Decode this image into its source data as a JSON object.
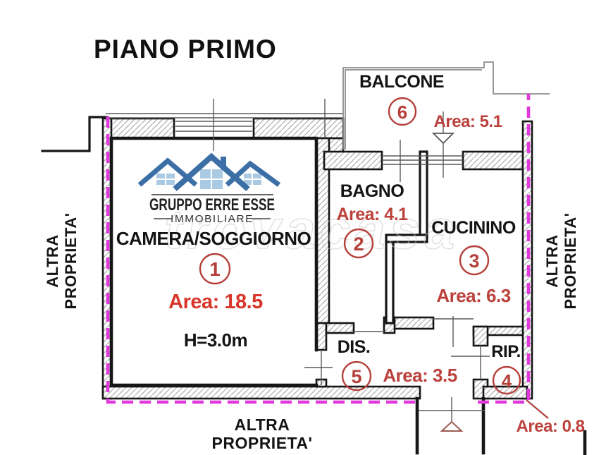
{
  "title": "PIANO PRIMO",
  "watermark": "trovacasa",
  "logo": {
    "name": "GRUPPO ERRE ESSE",
    "tagline": "IMMOBILIARE"
  },
  "neighbors": {
    "left_line1": "ALTRA",
    "left_line2": "PROPRIETA'",
    "right_line1": "ALTRA",
    "right_line2": "PROPRIETA'",
    "bottom_line1": "ALTRA",
    "bottom_line2": "PROPRIETA'"
  },
  "rooms": {
    "camera": {
      "name": "CAMERA/SOGGIORNO",
      "number": "1",
      "area": "Area: 18.5",
      "height": "H=3.0m"
    },
    "bagno": {
      "name": "BAGNO",
      "number": "2",
      "area": "Area: 4.1"
    },
    "cucinino": {
      "name": "CUCININO",
      "number": "3",
      "area": "Area: 6.3"
    },
    "rip": {
      "name": "RIP.",
      "number": "4",
      "area": "Area: 0.8"
    },
    "dis": {
      "name": "DIS.",
      "number": "5",
      "area": "Area: 3.5"
    },
    "balcone": {
      "name": "BALCONE",
      "number": "6",
      "area": "Area: 5.1"
    }
  },
  "colors": {
    "accent_red": "#b5403a",
    "area_red_bright": "#d8352b",
    "area_red": "#bc413c",
    "boundary_magenta": "#e138dc",
    "wall_black": "#161616",
    "logo_blue": "#3c6fa6",
    "logo_window_blue": "#aac9e3",
    "watermark_gray": "#c8c8c8"
  }
}
